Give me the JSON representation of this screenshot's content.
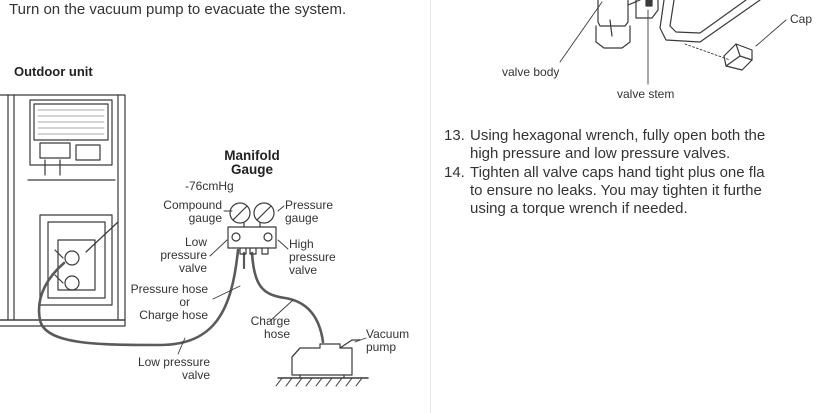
{
  "intro": "Turn on the vacuum pump to evacuate the system.",
  "left_diagram": {
    "section_title": "Outdoor unit",
    "manifold_line1": "Manifold",
    "manifold_line2": "Gauge",
    "vacuum_reading": "-76cmHg",
    "compound_gauge": [
      "Compound",
      "gauge"
    ],
    "pressure_gauge": [
      "Pressure",
      "gauge"
    ],
    "low_pressure_valve": [
      "Low",
      "pressure",
      "valve"
    ],
    "high_pressure_valve": [
      "High",
      "pressure",
      "valve"
    ],
    "pressure_hose": [
      "Pressure hose",
      "or",
      "Charge hose"
    ],
    "charge_hose": [
      "Charge",
      "hose"
    ],
    "vacuum_pump": [
      "Vacuum",
      "pump"
    ],
    "low_pressure_valve_bottom": [
      "Low pressure",
      "valve"
    ]
  },
  "right_diagram": {
    "valve_body": "valve body",
    "valve_stem": "valve stem",
    "cap": "Cap"
  },
  "steps": [
    {
      "num": "13.",
      "lines": [
        "Using hexagonal wrench, fully open both the",
        "high pressure and low pressure valves."
      ]
    },
    {
      "num": "14.",
      "lines": [
        "Tighten all valve caps hand tight plus one fla",
        "to ensure no leaks. You may tighten it furthe",
        "using a torque wrench if needed."
      ]
    }
  ],
  "colors": {
    "text": "#333333",
    "line": "#3a3a3a",
    "divider": "#e8e8e8"
  }
}
